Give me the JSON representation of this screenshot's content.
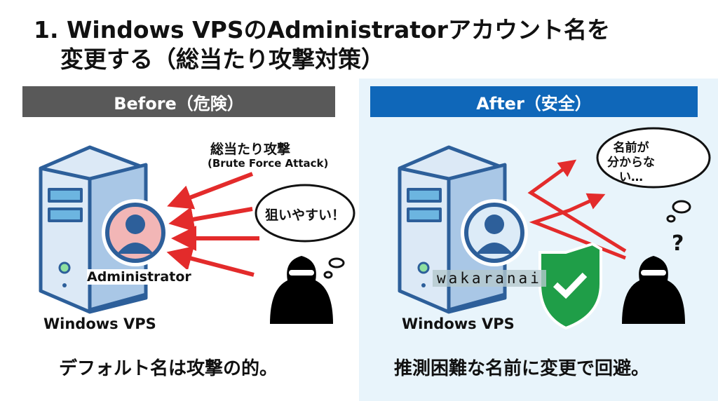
{
  "title": {
    "line1": "1. Windows VPSのAdministratorアカウント名を",
    "line2": "変更する（総当たり攻撃対策）"
  },
  "before": {
    "header": "Before（危険）",
    "attack_label": "総当たり攻撃",
    "attack_label_en": "(Brute Force Attack)",
    "bubble": "狙いやすい！",
    "account_name": "Administrator",
    "server_label": "Windows VPS",
    "caption": "デフォルト名は攻撃の的。"
  },
  "after": {
    "header": "After（安全）",
    "bubble_line1": "名前が",
    "bubble_line2": "分からない…",
    "question": "?",
    "account_name": "wakaranai",
    "server_label": "Windows VPS",
    "caption": "推測困難な名前に変更で回避。"
  },
  "colors": {
    "before_header": "#595959",
    "after_header": "#0f67b9",
    "arrow": "#e32b2b",
    "shield": "#1f9e48",
    "server": "#2d5f9a"
  }
}
